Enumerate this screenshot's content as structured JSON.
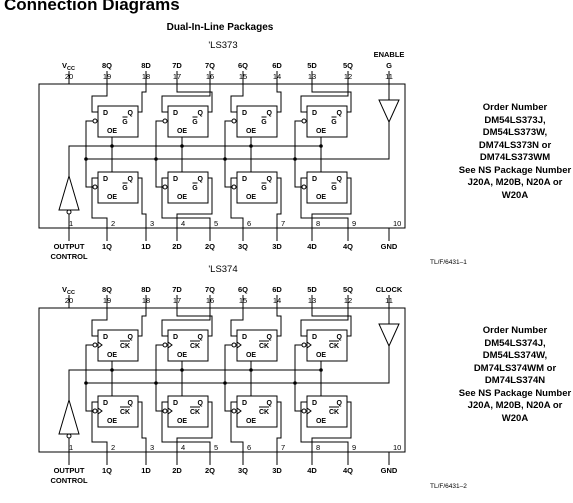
{
  "page_title": "Connection Diagrams",
  "package_title": "Dual-In-Line Packages",
  "diagrams": [
    {
      "device": "'LS373",
      "control_label": "ENABLE",
      "control_signal": "G",
      "latch_pins": [
        "D",
        "Q",
        "G",
        "OE"
      ],
      "order_lines": [
        "Order Number",
        "DM54LS373J,",
        "DM54LS373W,",
        "DM74LS373N or",
        "DM74LS373WM",
        "See NS Package Number",
        "J20A, M20B, N20A or",
        "W20A"
      ],
      "ref": "TL/F/6431–1"
    },
    {
      "device": "'LS374",
      "control_label": "CLOCK",
      "control_signal": "",
      "latch_pins": [
        "D",
        "Q",
        "CK",
        "OE"
      ],
      "order_lines": [
        "Order Number",
        "DM54LS374J,",
        "DM54LS374W,",
        "DM74LS374WM or",
        "DM74LS374N",
        "See NS Package Number",
        "J20A, M20B, N20A or",
        "W20A"
      ],
      "ref": "TL/F/6431–2"
    }
  ],
  "top_pins": [
    {
      "name": "V",
      "sub": "CC",
      "num": "20"
    },
    {
      "name": "8Q",
      "num": "19"
    },
    {
      "name": "8D",
      "num": "18"
    },
    {
      "name": "7D",
      "num": "17"
    },
    {
      "name": "7Q",
      "num": "16"
    },
    {
      "name": "6Q",
      "num": "15"
    },
    {
      "name": "6D",
      "num": "14"
    },
    {
      "name": "5D",
      "num": "13"
    },
    {
      "name": "5Q",
      "num": "12"
    },
    {
      "name": "",
      "num": "11"
    }
  ],
  "bottom_pins": [
    {
      "name": "OUTPUT CONTROL",
      "num": "1"
    },
    {
      "name": "1Q",
      "num": "2"
    },
    {
      "name": "1D",
      "num": "3"
    },
    {
      "name": "2D",
      "num": "4"
    },
    {
      "name": "2Q",
      "num": "5"
    },
    {
      "name": "3Q",
      "num": "6"
    },
    {
      "name": "3D",
      "num": "7"
    },
    {
      "name": "4D",
      "num": "8"
    },
    {
      "name": "4Q",
      "num": "9"
    },
    {
      "name": "GND",
      "num": "10"
    }
  ]
}
